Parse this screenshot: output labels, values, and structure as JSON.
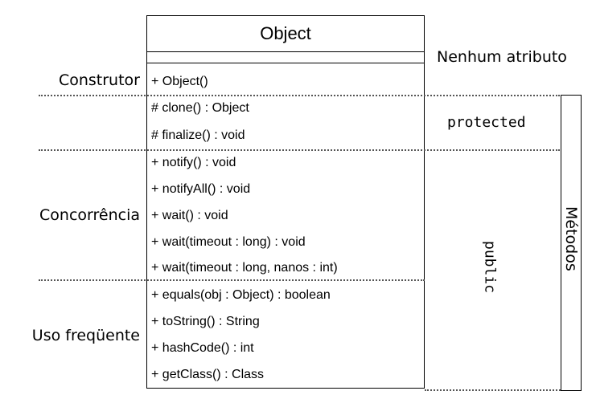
{
  "class_box": {
    "title": "Object",
    "attributes_note": "Nenhum atributo",
    "operations": [
      "+ Object()",
      "# clone() : Object",
      "# finalize() : void",
      "+ notify() : void",
      "+ notifyAll() : void",
      "+ wait() : void",
      "+ wait(timeout : long) : void",
      "+ wait(timeout : long, nanos : int)",
      "+ equals(obj : Object) : boolean",
      "+ toString() : String",
      "+ hashCode() : int",
      "+ getClass() : Class"
    ]
  },
  "groups": {
    "construtor": "Construtor",
    "concorrencia": "Concorrência",
    "uso_frequente": "Uso freqüente"
  },
  "visibility": {
    "protected": "protected",
    "public": "public"
  },
  "metodos_label": "Métodos"
}
